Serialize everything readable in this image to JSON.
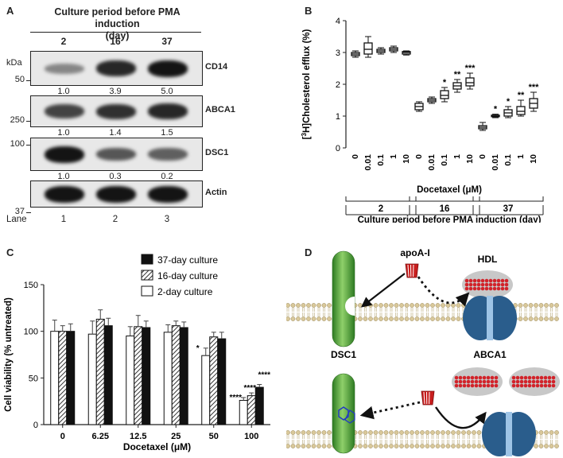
{
  "panelA": {
    "label": "A",
    "header_line1": "Culture period before PMA induction",
    "header_line2": "(day)",
    "days": [
      "2",
      "16",
      "37"
    ],
    "kda_label": "kDa",
    "blots": [
      {
        "name": "CD14",
        "marker": "50",
        "quant": [
          "1.0",
          "3.9",
          "5.0"
        ],
        "intensity": [
          0.35,
          0.85,
          0.95
        ]
      },
      {
        "name": "ABCA1",
        "marker": "250",
        "quant": [
          "1.0",
          "1.4",
          "1.5"
        ],
        "intensity": [
          0.7,
          0.8,
          0.85
        ]
      },
      {
        "name": "DSC1",
        "marker": "100",
        "quant": [
          "1.0",
          "0.3",
          "0.2"
        ],
        "intensity": [
          0.95,
          0.6,
          0.55
        ]
      },
      {
        "name": "Actin",
        "marker": "37",
        "quant": [],
        "intensity": [
          0.95,
          0.95,
          0.95
        ]
      }
    ],
    "lane_label": "Lane",
    "lanes": [
      "1",
      "2",
      "3"
    ]
  },
  "panelB": {
    "label": "B",
    "chart_data": {
      "type": "box",
      "ylabel": "[3H]Cholesterol efflux (%)",
      "ylim": [
        0,
        4
      ],
      "yticks": [
        "0",
        "1",
        "2",
        "3",
        "4"
      ],
      "xlabel": "Docetaxel (μM)",
      "group_label": "Culture period before PMA induction (day)",
      "groups": [
        {
          "name": "2",
          "concentrations": [
            "0",
            "0.01",
            "0.1",
            "1",
            "10"
          ],
          "boxes": [
            [
              2.85,
              2.9,
              2.95,
              3.0,
              3.05
            ],
            [
              2.85,
              2.95,
              3.1,
              3.3,
              3.5
            ],
            [
              2.95,
              3.0,
              3.05,
              3.1,
              3.15
            ],
            [
              3.0,
              3.05,
              3.1,
              3.15,
              3.2
            ],
            [
              2.92,
              2.95,
              3.0,
              3.03,
              3.05
            ]
          ],
          "sig": [
            "",
            "",
            "",
            "",
            ""
          ]
        },
        {
          "name": "16",
          "concentrations": [
            "0",
            "0.01",
            "0.1",
            "1",
            "10"
          ],
          "boxes": [
            [
              1.15,
              1.2,
              1.3,
              1.4,
              1.45
            ],
            [
              1.4,
              1.45,
              1.5,
              1.55,
              1.6
            ],
            [
              1.45,
              1.55,
              1.65,
              1.8,
              1.9
            ],
            [
              1.75,
              1.85,
              1.95,
              2.05,
              2.15
            ],
            [
              1.85,
              1.95,
              2.05,
              2.2,
              2.35
            ]
          ],
          "sig": [
            "",
            "",
            "*",
            "**",
            "***"
          ]
        },
        {
          "name": "37",
          "concentrations": [
            "0",
            "0.01",
            "0.1",
            "1",
            "10"
          ],
          "boxes": [
            [
              0.55,
              0.6,
              0.65,
              0.7,
              0.8
            ],
            [
              0.95,
              0.98,
              1.0,
              1.03,
              1.06
            ],
            [
              0.95,
              1.0,
              1.1,
              1.2,
              1.3
            ],
            [
              1.0,
              1.05,
              1.15,
              1.3,
              1.5
            ],
            [
              1.15,
              1.25,
              1.4,
              1.55,
              1.75
            ]
          ],
          "sig": [
            "",
            "*",
            "*",
            "**",
            "***"
          ]
        }
      ]
    }
  },
  "panelC": {
    "label": "C",
    "chart_data": {
      "type": "bar",
      "ylabel": "Cell viability (% untreated)",
      "xlabel": "Docetaxel (μM)",
      "ylim": [
        0,
        150
      ],
      "yticks": [
        "0",
        "50",
        "100",
        "150"
      ],
      "categories": [
        "0",
        "6.25",
        "12.5",
        "25",
        "50",
        "100"
      ],
      "series": [
        {
          "name": "2-day culture",
          "values": [
            100,
            97,
            95,
            99,
            74,
            26
          ],
          "errors": [
            12,
            14,
            10,
            8,
            8,
            3
          ],
          "sig": [
            "",
            "",
            "",
            "",
            "*",
            "****"
          ]
        },
        {
          "name": "16-day culture",
          "values": [
            100,
            113,
            105,
            106,
            94,
            31
          ],
          "errors": [
            6,
            10,
            12,
            5,
            5,
            3
          ],
          "sig": [
            "",
            "",
            "",
            "",
            "",
            "****"
          ]
        },
        {
          "name": "37-day culture",
          "values": [
            100,
            106,
            104,
            104,
            92,
            40
          ],
          "errors": [
            8,
            8,
            7,
            6,
            7,
            3
          ],
          "sig": [
            "",
            "",
            "",
            "",
            "",
            "****"
          ]
        }
      ],
      "legend_order": [
        "37-day culture",
        "16-day culture",
        "2-day culture"
      ]
    }
  },
  "panelD": {
    "label": "D",
    "apoA": "apoA-I",
    "hdl": "HDL",
    "dsc1": "DSC1",
    "abca1": "ABCA1"
  },
  "colors": {
    "bar2": "#ffffff",
    "bar16": "#bfbfbf",
    "bar37": "#111111",
    "dsc_green": "#3a8d2a",
    "abca_blue": "#2a5d8c",
    "apoa_red": "#c81e1e",
    "hdl_gray": "#c8c8c8",
    "membrane": "#d9c89a"
  }
}
